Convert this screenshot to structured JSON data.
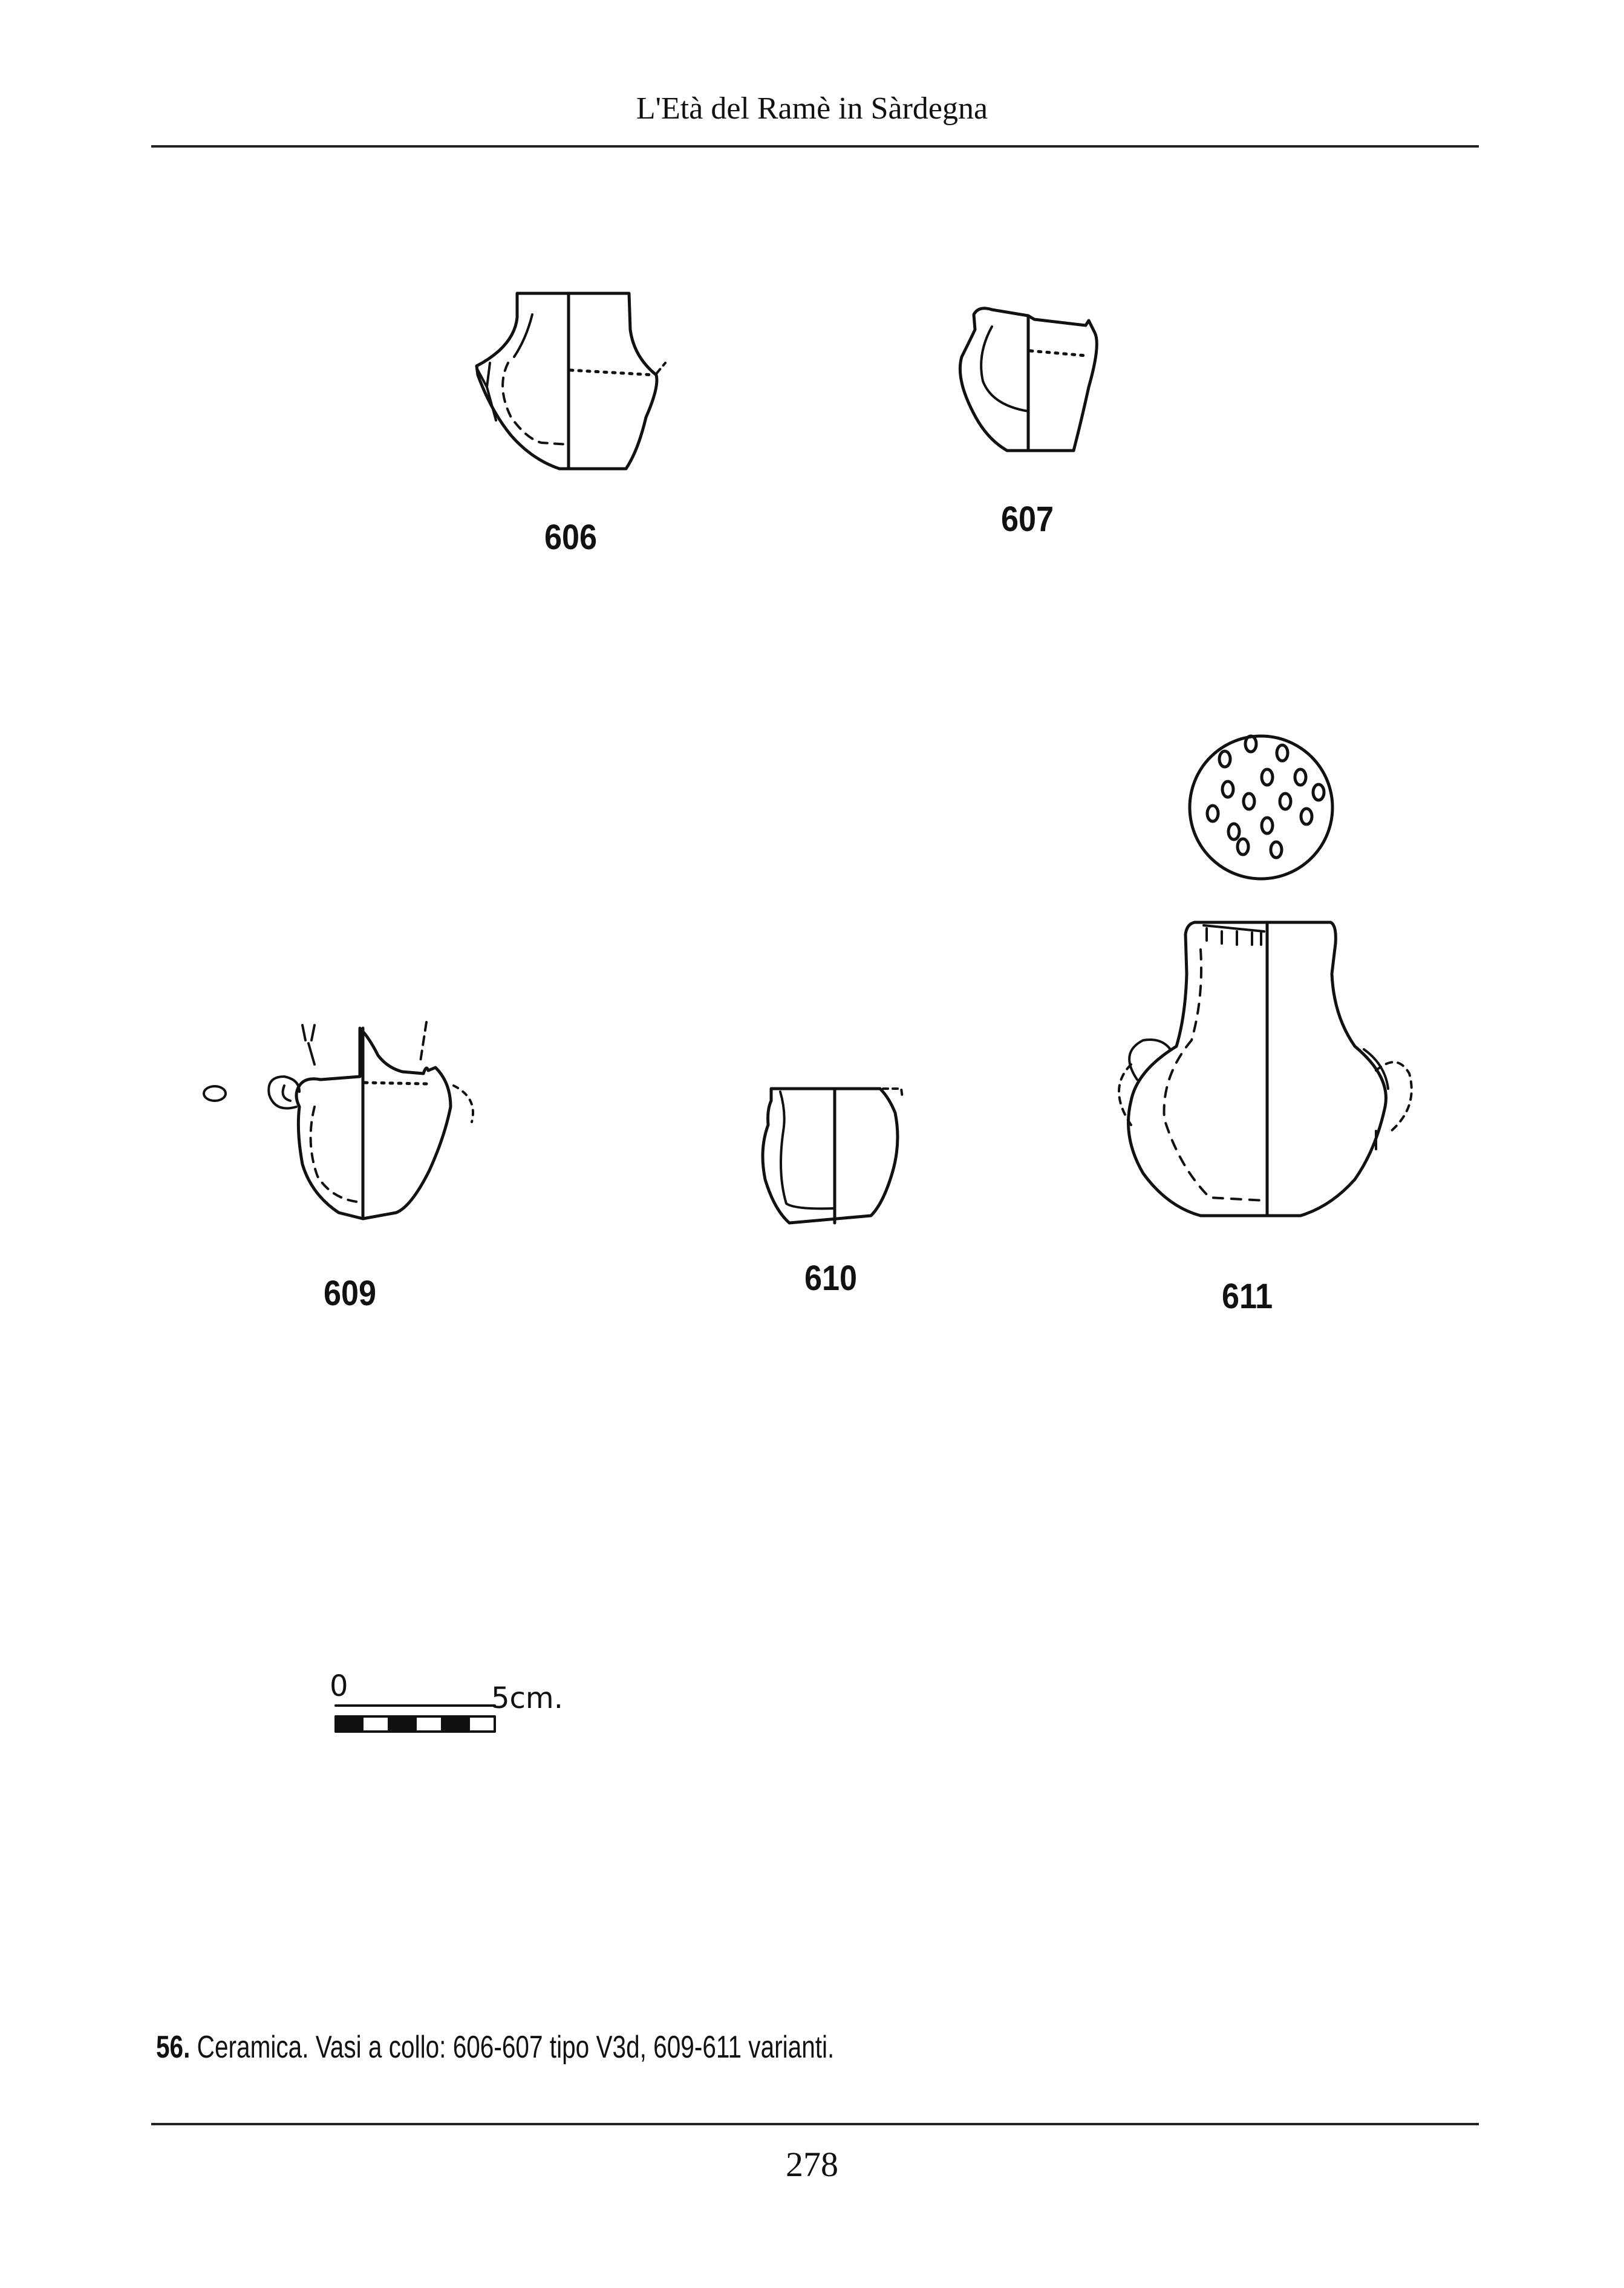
{
  "header": {
    "running_title": "L'Età del Ramè in Sàrdegna"
  },
  "figures": {
    "f606": "606",
    "f607": "607",
    "f609": "609",
    "f610": "610",
    "f611": "611"
  },
  "scale_bar": {
    "zero_label": "0",
    "end_label": "5cm."
  },
  "caption": {
    "number": "56.",
    "text": " Ceramica. Vasi a collo: 606-607 tipo V3d, 609-611 varianti."
  },
  "footer": {
    "page_number": "278"
  }
}
